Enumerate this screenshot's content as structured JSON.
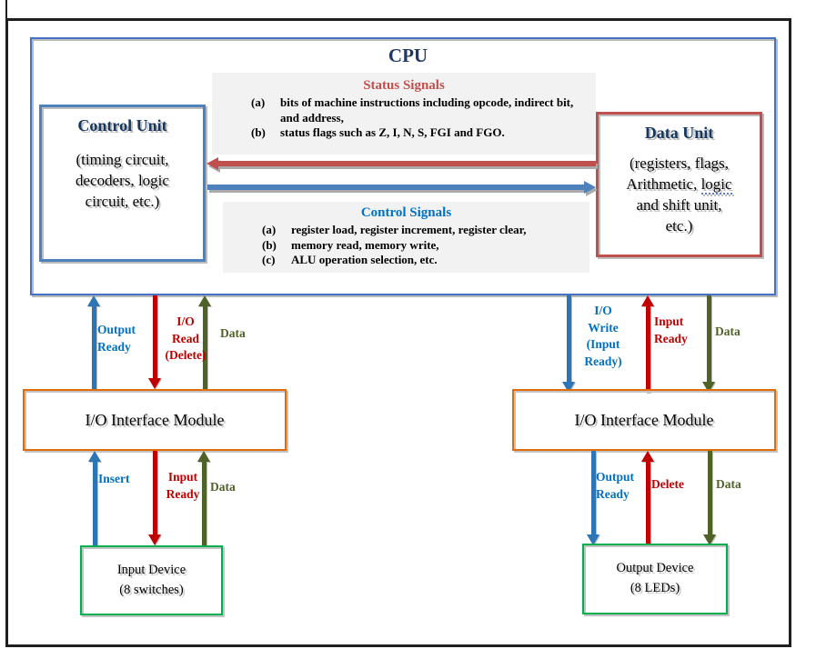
{
  "colors": {
    "outer_border": "#1f1f1f",
    "cpu_border": "#4472C4",
    "control_unit_border": "#4F81BD",
    "data_unit_border": "#C0504D",
    "panel_background": "#F2F2F2",
    "status_title": "#C0504D",
    "control_title": "#0070C0",
    "status_arrow": "#C0504D",
    "control_arrow": "#4F81BD",
    "vertical_blue_arrow": "#2E75B6",
    "vertical_red_arrow": "#C00000",
    "vertical_olive_arrow": "#4F6228",
    "blue_label": "#0070C0",
    "orange_module_border": "#E36C0A",
    "green_device_border": "#00B050",
    "title_navy": "#1F3864"
  },
  "cpu": {
    "title": "CPU"
  },
  "control_unit": {
    "title": "Control Unit",
    "body": "(timing circuit,\ndecoders, logic\ncircuit, etc.)"
  },
  "data_unit": {
    "title": "Data Unit",
    "body_pre": "(registers, flags,\nArithmetic, ",
    "body_squiggle": "logic",
    "body_post": "\nand shift unit,\netc.)"
  },
  "status_signals": {
    "title": "Status Signals",
    "items": [
      {
        "marker": "(a)",
        "text": "bits of machine instructions including opcode, indirect bit, and address,"
      },
      {
        "marker": "(b)",
        "text": "status flags such as Z, I, N, S, FGI and FGO."
      }
    ]
  },
  "control_signals": {
    "title": "Control Signals",
    "items": [
      {
        "marker": "(a)",
        "text": "register load, register increment, register clear,"
      },
      {
        "marker": "(b)",
        "text": "memory read, memory write,"
      },
      {
        "marker": "(c)",
        "text": "ALU operation selection, etc."
      }
    ]
  },
  "io_module_left": {
    "label": "I/O Interface Module"
  },
  "io_module_right": {
    "label": "I/O Interface Module"
  },
  "input_device": {
    "line1": "Input Device",
    "line2": "(8 switches)"
  },
  "output_device": {
    "line1": "Output Device",
    "line2": "(8 LEDs)"
  },
  "signals": {
    "cpu_to_left_module": {
      "output_ready": "Output\nReady",
      "io_read": "I/O\nRead\n(Delete)",
      "data": "Data"
    },
    "left_module_to_input_device": {
      "insert": "Insert",
      "input_ready": "Input\nReady",
      "data": "Data"
    },
    "cpu_to_right_module": {
      "io_write": "I/O\nWrite\n(Input\nReady)",
      "input_ready": "Input\nReady",
      "data": "Data"
    },
    "right_module_to_output_device": {
      "output_ready": "Output\nReady",
      "delete": "Delete",
      "data": "Data"
    }
  }
}
